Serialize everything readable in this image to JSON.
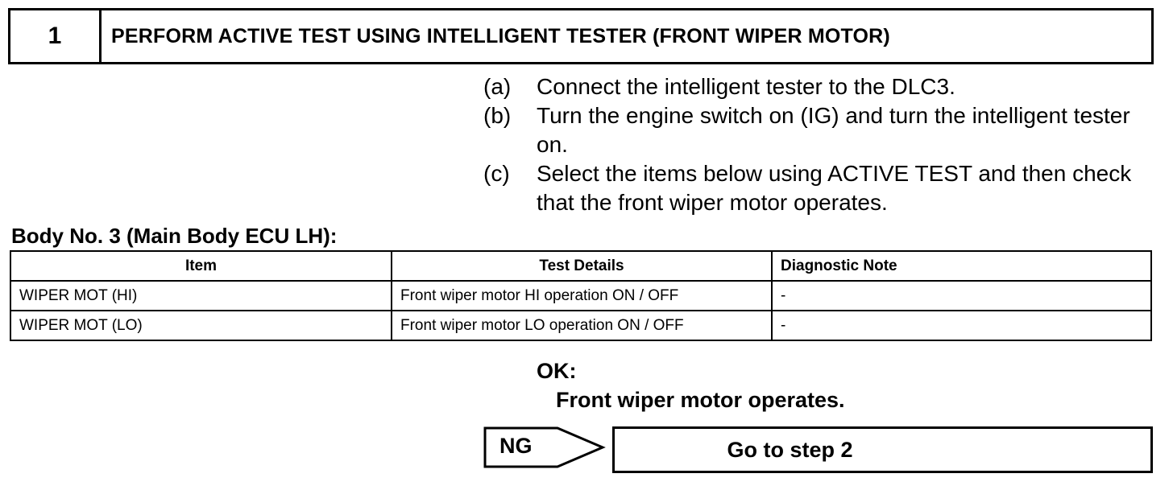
{
  "step": {
    "number": "1",
    "title": "PERFORM ACTIVE TEST USING INTELLIGENT TESTER (FRONT WIPER MOTOR)"
  },
  "instructions": [
    {
      "marker": "(a)",
      "text": "Connect the intelligent tester to the DLC3."
    },
    {
      "marker": "(b)",
      "text": "Turn the engine switch on (IG) and turn the intelligent tester on."
    },
    {
      "marker": "(c)",
      "text": "Select the items below using ACTIVE TEST and then check that the front wiper motor operates."
    }
  ],
  "table": {
    "title": "Body No. 3 (Main Body ECU LH):",
    "headers": [
      "Item",
      "Test Details",
      "Diagnostic Note"
    ],
    "rows": [
      [
        "WIPER MOT (HI)",
        "Front wiper motor HI operation ON / OFF",
        "-"
      ],
      [
        "WIPER MOT (LO)",
        "Front wiper motor LO operation ON / OFF",
        "-"
      ]
    ]
  },
  "result": {
    "ok_label": "OK:",
    "ok_text": "Front wiper motor operates."
  },
  "branch": {
    "ng_label": "NG",
    "goto_text": "Go to step 2"
  }
}
